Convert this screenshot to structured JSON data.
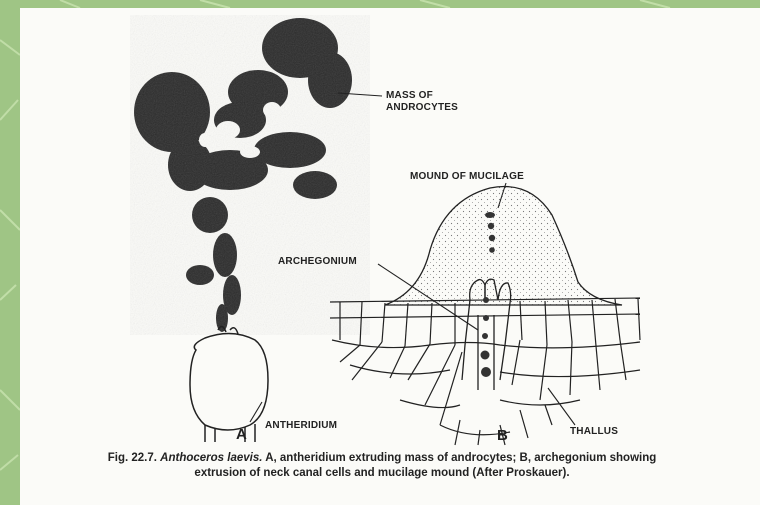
{
  "labels": {
    "mass_of_androcytes_line1": "MASS OF",
    "mass_of_androcytes_line2": "ANDROCYTES",
    "mound_of_mucilage": "MOUND OF MUCILAGE",
    "archegonium": "ARCHEGONIUM",
    "antheridium": "ANTHERIDIUM",
    "thallus": "THALLUS",
    "panel_a": "A",
    "panel_b": "B"
  },
  "caption": {
    "fig_number": "Fig. 22.7.",
    "species": "Anthoceros laevis.",
    "text_line1": "A, antheridium extruding mass of androcytes; B, archegonium showing",
    "text_line2": "extrusion of neck canal cells and mucilage mound (After Proskauer)."
  },
  "colors": {
    "background_green": "#9fc585",
    "paper": "#fbfbf8",
    "ink": "#222222"
  }
}
